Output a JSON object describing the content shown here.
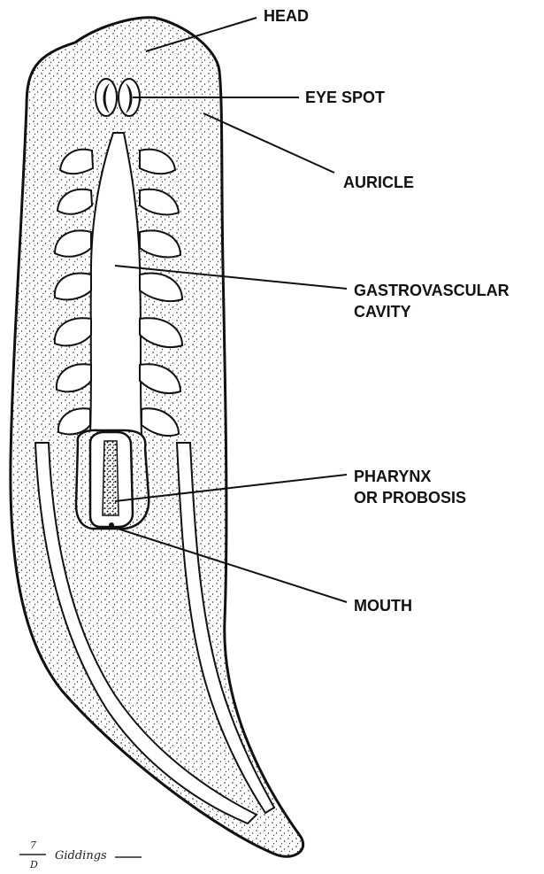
{
  "labels": {
    "head": "HEAD",
    "eye_spot": "EYE SPOT",
    "auricle": "AURICLE",
    "gastrovascular_line1": "GASTROVASCULAR",
    "gastrovascular_line2": "CAVITY",
    "pharynx_line1": "PHARYNX",
    "pharynx_line2": "OR PROBOSIS",
    "mouth": "MOUTH"
  },
  "signature": "Giddings",
  "colors": {
    "ink": "#111111",
    "paper": "#ffffff"
  }
}
